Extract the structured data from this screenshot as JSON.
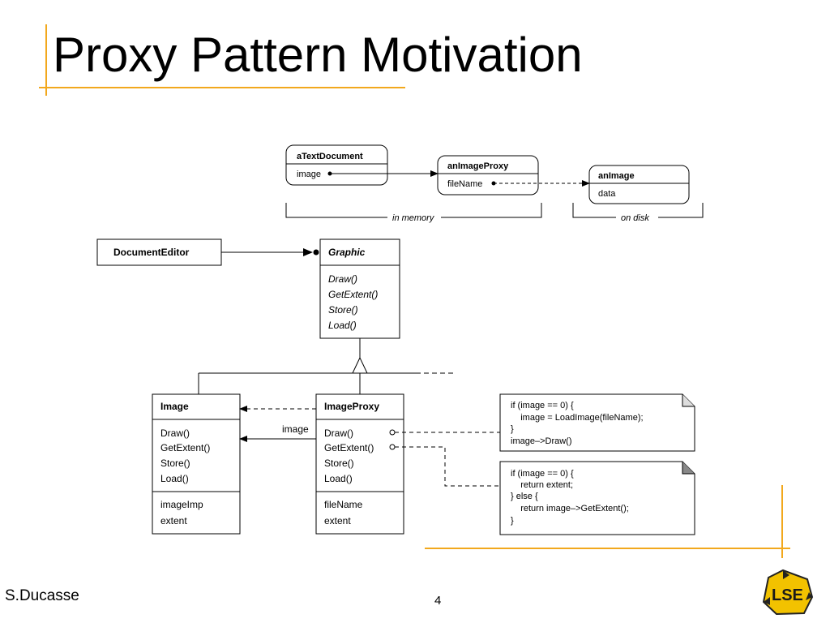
{
  "slide": {
    "title": "Proxy Pattern Motivation",
    "author": "S.Ducasse",
    "page_number": "4",
    "accent_color": "#F2A81D",
    "logo_text": "LSE"
  },
  "object_diagram": {
    "text_document": {
      "name": "aTextDocument",
      "field": "image"
    },
    "image_proxy": {
      "name": "anImageProxy",
      "field": "fileName"
    },
    "image": {
      "name": "anImage",
      "field": "data"
    },
    "label_memory": "in memory",
    "label_disk": "on disk"
  },
  "class_diagram": {
    "document_editor": "DocumentEditor",
    "graphic": {
      "name": "Graphic",
      "methods": [
        "Draw()",
        "GetExtent()",
        "Store()",
        "Load()"
      ]
    },
    "image_class": {
      "name": "Image",
      "methods": [
        "Draw()",
        "GetExtent()",
        "Store()",
        "Load()"
      ],
      "fields": [
        "imageImp",
        "extent"
      ]
    },
    "image_proxy_class": {
      "name": "ImageProxy",
      "methods": [
        "Draw()",
        "GetExtent()",
        "Store()",
        "Load()"
      ],
      "fields": [
        "fileName",
        "extent"
      ]
    },
    "association_label": "image",
    "note_draw": [
      "if (image == 0) {",
      "    image = LoadImage(fileName);",
      "}",
      "image–>Draw()"
    ],
    "note_extent": [
      "if (image == 0) {",
      "    return extent;",
      "} else {",
      "    return image–>GetExtent();",
      "}"
    ]
  }
}
